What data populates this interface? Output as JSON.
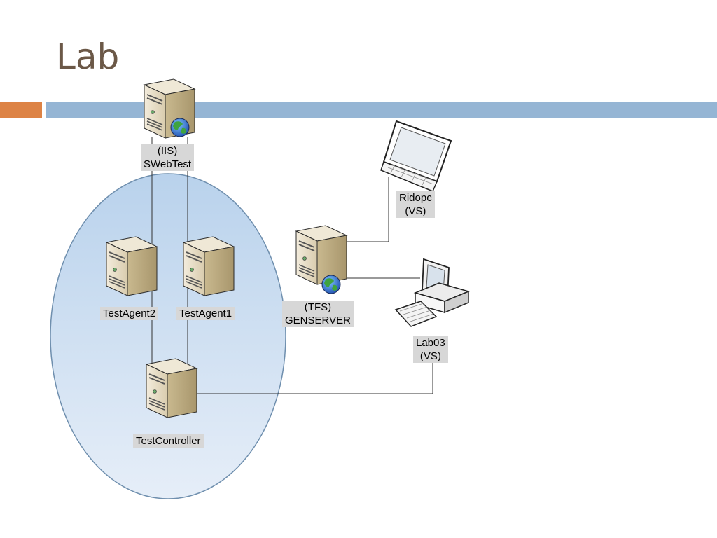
{
  "slide": {
    "title": "Lab"
  },
  "nodes": {
    "iis": {
      "line1": "(IIS)",
      "line2": "SWebTest"
    },
    "agent2": {
      "line1": "TestAgent2"
    },
    "agent1": {
      "line1": "TestAgent1"
    },
    "controller": {
      "line1": "TestController"
    },
    "tfs": {
      "line1": "(TFS)",
      "line2": "GENSERVER"
    },
    "ridopc": {
      "line1": "Ridopc",
      "line2": "(VS)"
    },
    "lab03": {
      "line1": "Lab03",
      "line2": "(VS)"
    }
  },
  "colors": {
    "title": "#6b5847",
    "accent": "#dd8345",
    "rule": "#95b5d4",
    "ellipse_fill": "#c5d9ee",
    "ellipse_stroke": "#6f8fae",
    "server_body": "#e4dbc4"
  }
}
